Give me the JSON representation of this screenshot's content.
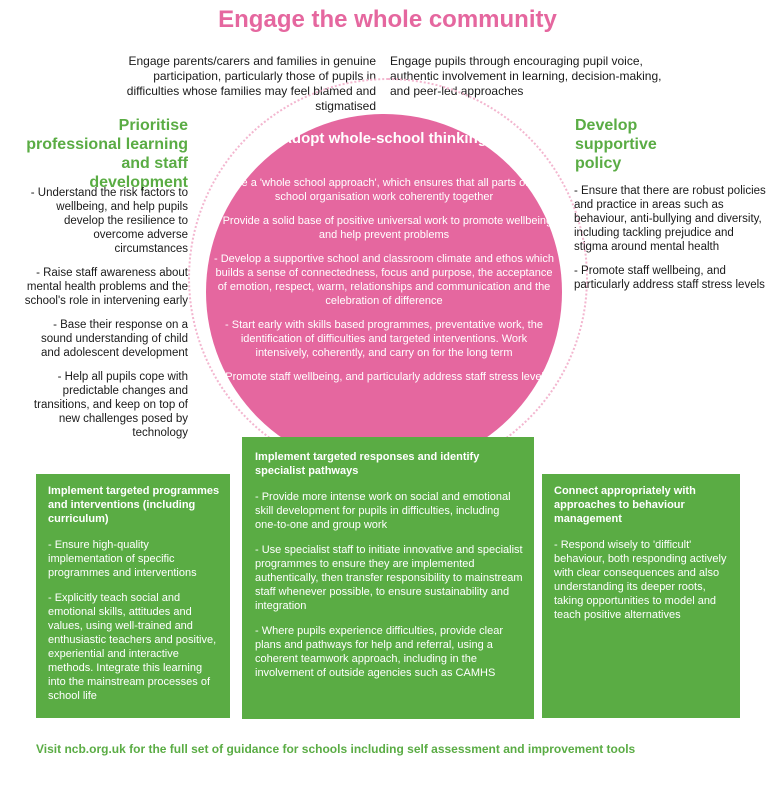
{
  "title": "Engage the whole community",
  "top_left_text": "Engage parents/carers and families in genuine participation, particularly those of pupils in difficulties whose families may feel blamed and stigmatised",
  "top_right_text": "Engage pupils through encouraging pupil voice, authentic involvement in learning, decision-making, and peer-led approaches",
  "left_section": {
    "heading": "Prioritise professional learning and staff development",
    "items": [
      "- Understand the risk factors to wellbeing, and help pupils develop the resilience to overcome adverse circumstances",
      "- Raise staff awareness about mental health problems and the school's role in intervening early",
      "- Base their response on a sound understanding of child and adolescent development",
      "- Help all pupils cope with predictable changes and transitions, and keep on top of new challenges posed by technology"
    ]
  },
  "right_section": {
    "heading": "Develop supportive policy",
    "items": [
      "- Ensure that there are robust policies and practice in areas such as behaviour, anti-bullying and diversity, including tackling prejudice and stigma around mental health",
      "- Promote staff wellbeing, and particularly address staff stress levels"
    ]
  },
  "center_circle": {
    "heading": "Adopt whole-school thinking",
    "items": [
      "- Use a 'whole school approach', which ensures that all parts of the school organisation work coherently together",
      "- Provide a solid base of positive universal work to promote wellbeing and help prevent problems",
      "- Develop a supportive school and classroom climate and ethos which builds a sense of connectedness, focus and purpose, the acceptance of emotion, respect, warm, relationships and communication and the celebration of difference",
      "- Start early with skills based programmes, preventative work, the identification of difficulties and targeted interventions. Work intensively, coherently, and carry on for the long term",
      "- Promote staff wellbeing, and particularly address staff stress levels"
    ]
  },
  "box_left": {
    "heading": "Implement targeted programmes and interventions (including curriculum)",
    "items": [
      "- Ensure high-quality implementation of specific programmes and interventions",
      "- Explicitly teach social and emotional skills, attitudes and values, using well-trained and enthusiastic teachers and positive, experiential and interactive methods. Integrate this learning into the mainstream processes of school life"
    ]
  },
  "box_center": {
    "heading": "Implement targeted responses and identify specialist pathways",
    "items": [
      "- Provide more intense work on social and emotional skill development for pupils in difficulties, including one-to-one and group work",
      "- Use specialist staff to initiate innovative and specialist programmes to ensure they are implemented authentically, then transfer responsibility to mainstream staff whenever possible, to ensure sustainability and integration",
      "- Where pupils experience difficulties, provide clear plans and pathways for help and referral, using a coherent teamwork approach, including in the involvement of outside agencies such as CAMHS"
    ]
  },
  "box_right": {
    "heading": "Connect appropriately with approaches to behaviour management",
    "items": [
      "- Respond wisely to 'difficult' behaviour, both responding actively with clear consequences and also understanding its deeper roots, taking opportunities to model and teach positive alternatives"
    ]
  },
  "footer": "Visit ncb.org.uk for the full set of guidance for schools including self assessment and improvement tools",
  "colors": {
    "pink": "#e5679f",
    "green": "#5aac44",
    "ring": "#f3b6cf"
  }
}
